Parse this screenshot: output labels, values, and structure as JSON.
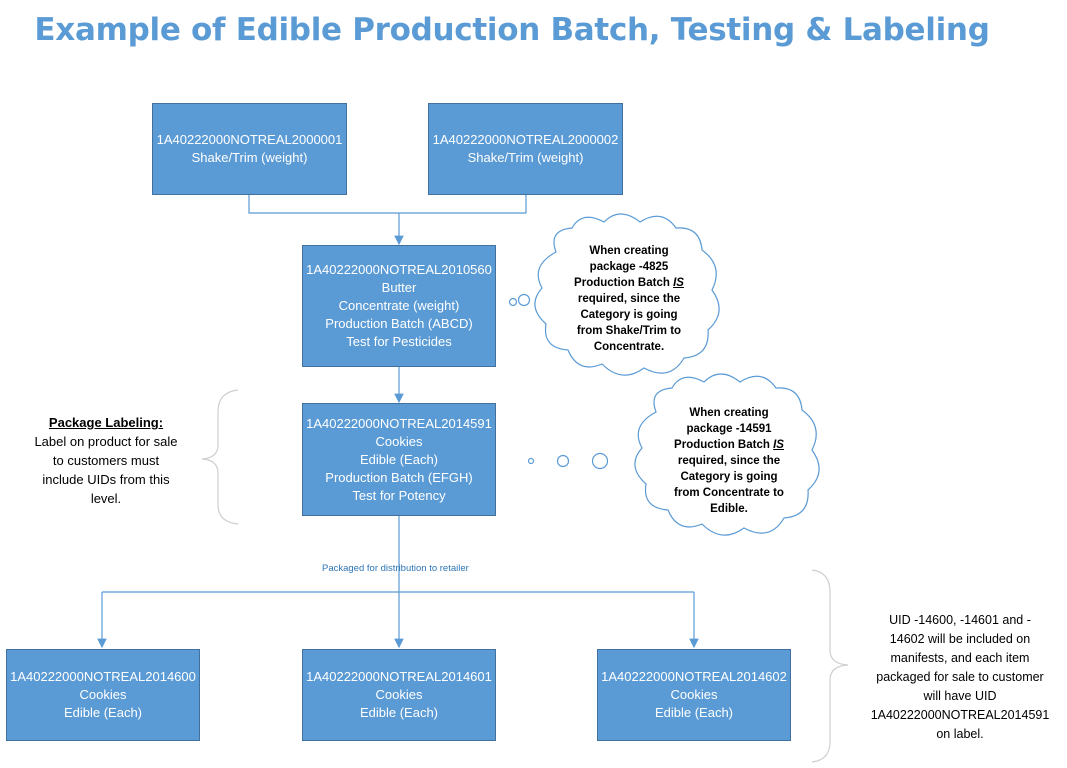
{
  "title": "Example of Edible Production Batch, Testing & Labeling",
  "boxes": {
    "src1": {
      "uid": "1A40222000NOTREAL2000001",
      "line1": "Shake/Trim  (weight)"
    },
    "src2": {
      "uid": "1A40222000NOTREAL2000002",
      "line1": "Shake/Trim (weight)"
    },
    "butter": {
      "uid": "1A40222000NOTREAL2010560",
      "line1": "Butter",
      "line2": "Concentrate (weight)",
      "line3": "Production Batch (ABCD)",
      "line4": "Test for Pesticides"
    },
    "cookies": {
      "uid": "1A40222000NOTREAL2014591",
      "line1": "Cookies",
      "line2": "Edible (Each)",
      "line3": "Production Batch (EFGH)",
      "line4": "Test for Potency"
    },
    "pkg1": {
      "uid": "1A40222000NOTREAL2014600",
      "line1": "Cookies",
      "line2": "Edible (Each)"
    },
    "pkg2": {
      "uid": "1A40222000NOTREAL2014601",
      "line1": "Cookies",
      "line2": "Edible (Each)"
    },
    "pkg3": {
      "uid": "1A40222000NOTREAL2014602",
      "line1": "Cookies",
      "line2": "Edible (Each)"
    }
  },
  "callout1": {
    "l1": "When creating",
    "l2": "package -4825",
    "l3_prefix": "Production Batch ",
    "l3_emph": "IS",
    "l4": "required, since the",
    "l5": "Category is going",
    "l6": "from Shake/Trim to",
    "l7": "Concentrate."
  },
  "callout2": {
    "l1": "When creating",
    "l2": "package -14591",
    "l3_prefix": "Production Batch ",
    "l3_emph": "IS",
    "l4": "required, since the",
    "l5": "Category is going",
    "l6": "from Concentrate to",
    "l7": "Edible."
  },
  "packaging": {
    "heading": "Package Labeling:",
    "l1": "Label on product for sale",
    "l2": "to customers must",
    "l3": "include UIDs from this",
    "l4": "level."
  },
  "distribution_label": "Packaged for distribution to retailer",
  "manifest_note": {
    "l1": "UID -14600, -14601 and -",
    "l2": "14602 will be included on",
    "l3": "manifests, and each item",
    "l4": "packaged for sale to customer",
    "l5": "will have UID",
    "l6": "1A40222000NOTREAL2014591",
    "l7": "on label."
  },
  "colors": {
    "box_fill": "#5b9bd5",
    "box_border": "#41719c",
    "title": "#5b9bd5",
    "connector": "#5b9bd5",
    "cloud_border": "#5b9bd5"
  }
}
